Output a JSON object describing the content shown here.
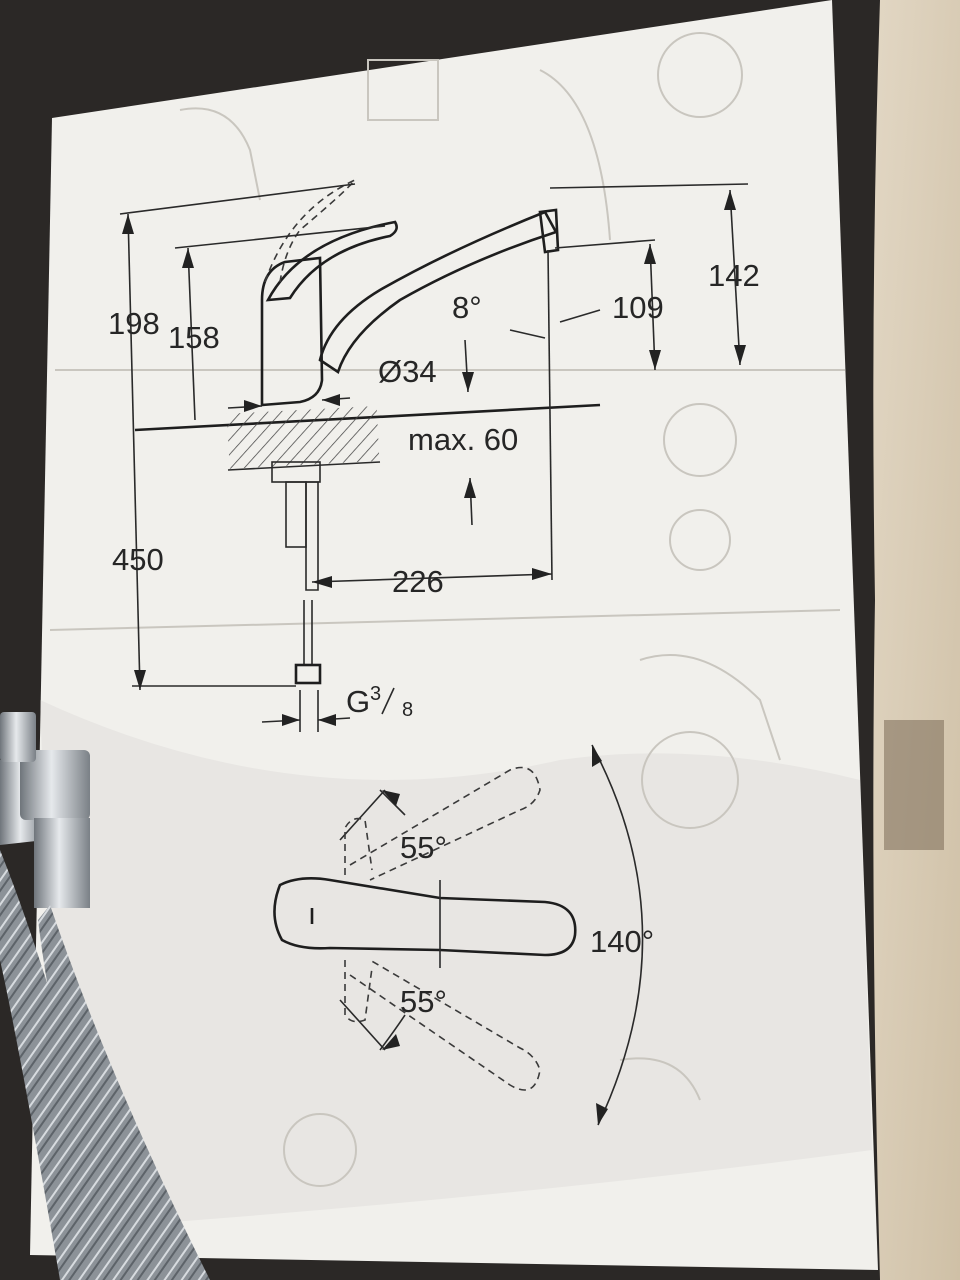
{
  "diagram": {
    "labels": {
      "height_total": "198",
      "height_body": "158",
      "spout_height": "142",
      "spout_clearance": "109",
      "spout_angle": "8°",
      "base_diameter": "Ø34",
      "max_thickness": "max. 60",
      "hose_length": "450",
      "spout_reach": "226",
      "connection_thread": "G",
      "thread_numerator": "3",
      "thread_denominator": "8",
      "lever_angle_upper": "55°",
      "lever_angle_lower": "55°",
      "lever_total_angle": "140°"
    }
  },
  "colors": {
    "paper": "#f1f0ec",
    "ink": "#262626",
    "background": "#2b2826",
    "cardboard": "#d8cbb6",
    "hose": "#9aa0a6"
  }
}
